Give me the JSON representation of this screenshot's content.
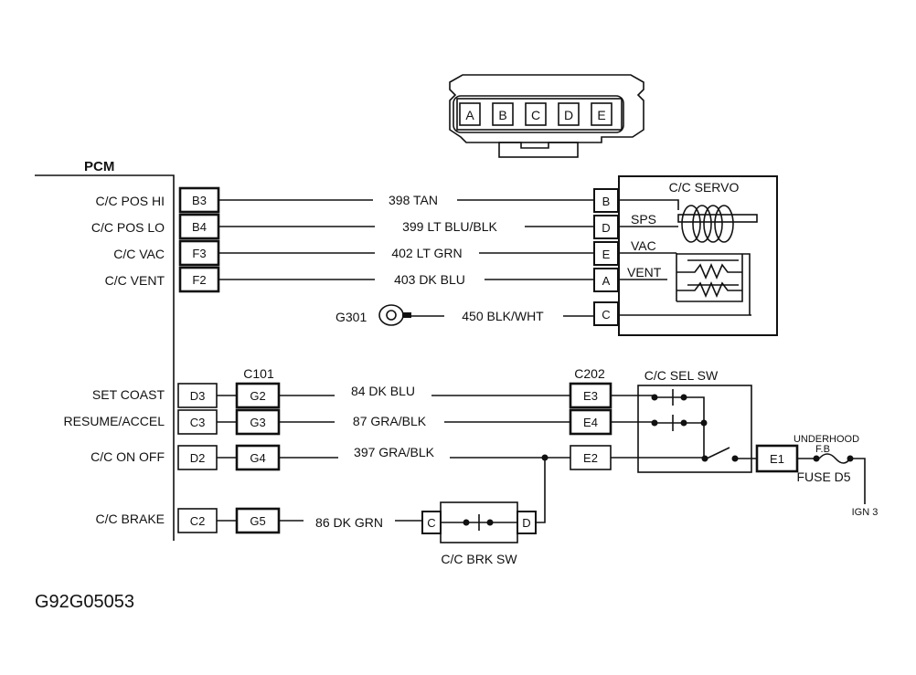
{
  "connector_pins": [
    "A",
    "B",
    "C",
    "D",
    "E"
  ],
  "pcm": {
    "title": "PCM",
    "labels": [
      "C/C POS HI",
      "C/C POS LO",
      "C/C VAC",
      "C/C VENT",
      "SET COAST",
      "RESUME/ACCEL",
      "C/C ON  OFF",
      "C/C BRAKE"
    ],
    "pins": [
      "B3",
      "B4",
      "F3",
      "F2",
      "D3",
      "C3",
      "D2",
      "C2"
    ]
  },
  "wires": [
    "398 TAN",
    "399 LT BLU/BLK",
    "402 LT GRN",
    "403 DK BLU",
    "450 BLK/WHT",
    "84 DK BLU",
    "87 GRA/BLK",
    "397 GRA/BLK",
    "86 DK GRN"
  ],
  "ground": "G301",
  "servo": {
    "title": "C/C SERVO",
    "pins": [
      "B",
      "D",
      "E",
      "A",
      "C"
    ],
    "labels": [
      "SPS",
      "VAC",
      "VENT"
    ]
  },
  "c101": {
    "title": "C101",
    "pins": [
      "G2",
      "G3",
      "G4",
      "G5"
    ]
  },
  "c202": {
    "title": "C202",
    "pins": [
      "E3",
      "E4",
      "E2"
    ]
  },
  "sel_sw": {
    "title": "C/C SEL SW",
    "pin": "E1"
  },
  "brk_sw": {
    "title": "C/C BRK SW",
    "pins": [
      "C",
      "D"
    ]
  },
  "fuse": {
    "line1": "UNDERHOOD",
    "line2": "F.B",
    "name": "FUSE D5",
    "source": "IGN 3"
  },
  "figure_id": "G92G05053"
}
